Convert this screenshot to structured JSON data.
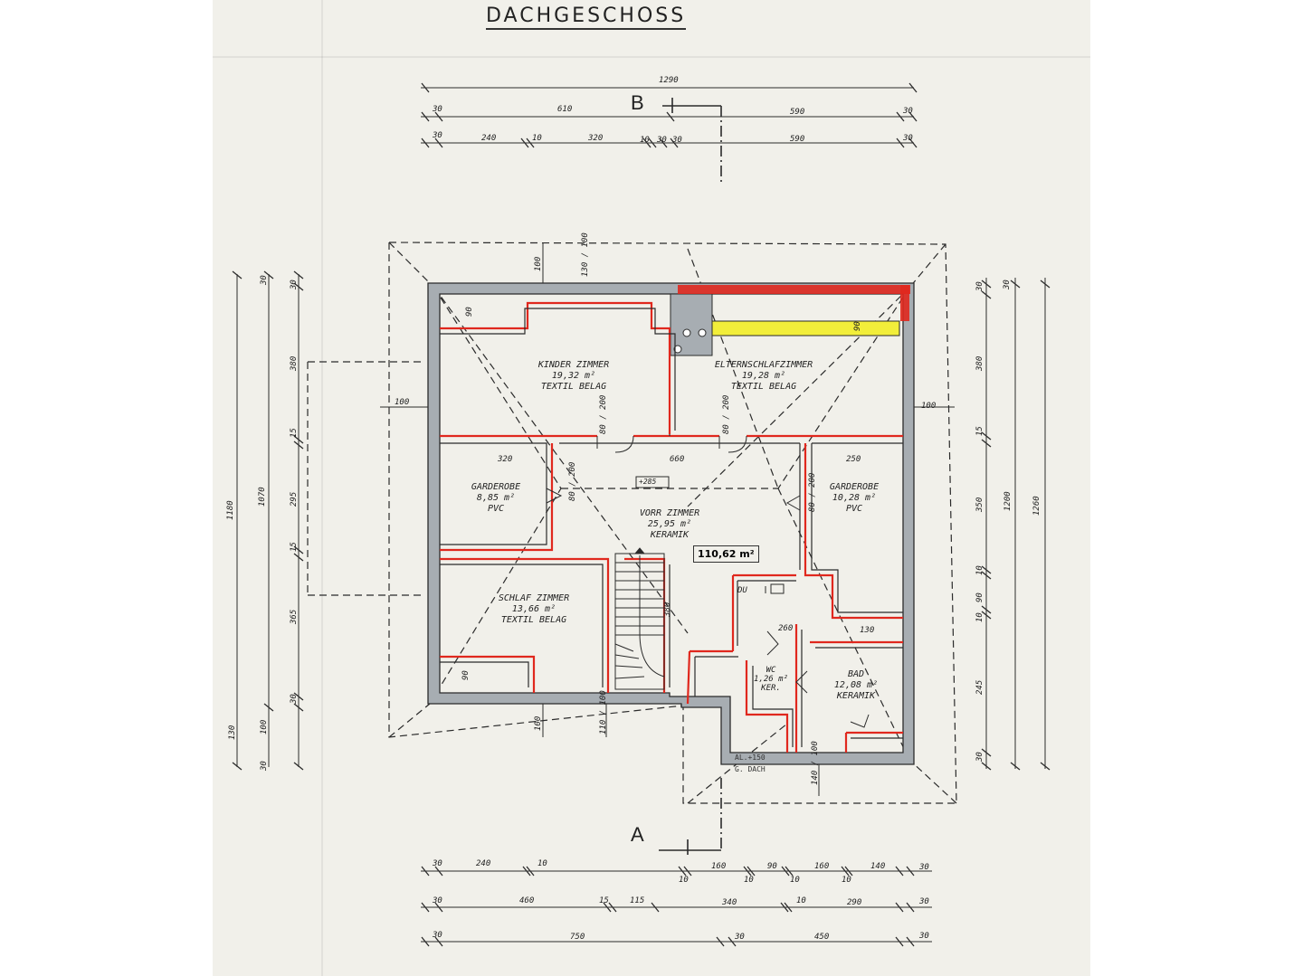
{
  "title": "DACHGESCHOSS",
  "section_marks": {
    "b": "B",
    "a": "A"
  },
  "total_area": "110,62 m²",
  "level_mark": "+285",
  "roof_note_1": "AL.+150",
  "roof_note_2": "G. DACH",
  "colors": {
    "wall": "#a7adb2",
    "red": "#e0281e",
    "yellow": "#f2ee3a",
    "line": "#2b2b2b",
    "paper": "#f1f0ea"
  },
  "rooms": {
    "kinder": {
      "name": "KINDER ZIMMER",
      "area": "19,32 m²",
      "floor": "TEXTIL BELAG"
    },
    "eltern": {
      "name": "ELTERNSCHLAFZIMMER",
      "area": "19,28 m²",
      "floor": "TEXTIL BELAG"
    },
    "garderobe_l": {
      "name": "GARDEROBE",
      "area": "8,85 m²",
      "floor": "PVC"
    },
    "garderobe_r": {
      "name": "GARDEROBE",
      "area": "10,28 m²",
      "floor": "PVC"
    },
    "vorr": {
      "name": "VORR ZIMMER",
      "area": "25,95 m²",
      "floor": "KERAMIK"
    },
    "schlaf": {
      "name": "SCHLAF ZIMMER",
      "area": "13,66 m²",
      "floor": "TEXTIL BELAG"
    },
    "wc": {
      "name": "WC",
      "area": "1,26 m²",
      "floor": "KER."
    },
    "bad": {
      "name": "BAD",
      "area": "12,08 m²",
      "floor": "KERAMIK"
    },
    "du": {
      "name": "DU"
    }
  },
  "dims_top": {
    "overall": "1290",
    "row1": [
      "30",
      "610",
      "590",
      "30"
    ],
    "row2": [
      "30",
      "240",
      "10",
      "320",
      "10",
      "30",
      "30",
      "590",
      "30"
    ]
  },
  "dims_bottom": {
    "row1": [
      "30",
      "240",
      "10",
      "10",
      "160",
      "10",
      "90",
      "10",
      "160",
      "10",
      "140",
      "30"
    ],
    "row2": [
      "30",
      "460",
      "15",
      "115",
      "340",
      "10",
      "290",
      "30"
    ],
    "row3": [
      "30",
      "750",
      "30",
      "450",
      "30"
    ]
  },
  "dims_left": {
    "overall": "1180",
    "inner": "1070",
    "parts": [
      "30",
      "30",
      "380",
      "15",
      "295",
      "15",
      "365",
      "30",
      "130",
      "100",
      "30"
    ]
  },
  "dims_right": {
    "overall": "1260",
    "inner": "1200",
    "parts": [
      "30",
      "30",
      "380",
      "15",
      "350",
      "10",
      "90",
      "10",
      "245",
      "30"
    ]
  },
  "dims_inner": {
    "eave_l": "100",
    "eave_r": "100",
    "eave_t": "100",
    "eave_b": "100",
    "door_k": "80 / 200",
    "door_e": "80 / 200",
    "door_gl": "80 / 200",
    "door_gr": "80 / 200",
    "flur": "660",
    "gl_w": "320",
    "gr_w": "250",
    "stair": "380",
    "bad_w": "260",
    "bad_w2": "130",
    "top_window": "130 / 100",
    "bot_window": "110 / 100",
    "w_kinder": "90",
    "w_schlaf": "90",
    "win_small": "90",
    "dach_140": "140 / 100"
  }
}
